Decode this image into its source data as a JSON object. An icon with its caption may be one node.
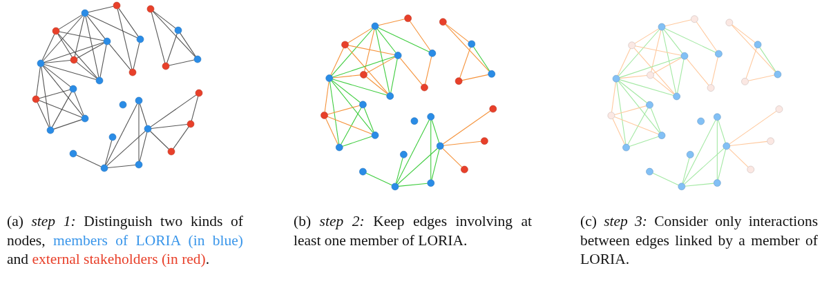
{
  "diagram": {
    "nodes": [
      {
        "text": [],
        "shape": "circle"
      },
      {
        "text": [],
        "shape": "circle"
      },
      {
        "text": [],
        "shape": "circle"
      },
      {
        "text": [],
        "shape": "circle"
      },
      {
        "text": [],
        "shape": "circle"
      },
      {
        "text": [],
        "shape": "circle"
      },
      {
        "text": [],
        "shape": "circle"
      },
      {
        "text": [],
        "shape": "circle"
      },
      {
        "text": [],
        "shape": "circle"
      },
      {
        "text": [],
        "shape": "circle"
      },
      {
        "text": [],
        "shape": "circle"
      },
      {
        "text": [],
        "shape": "circle"
      },
      {
        "text": [],
        "shape": "circle"
      },
      {
        "text": [],
        "shape": "circle"
      },
      {
        "text": [],
        "shape": "circle"
      },
      {
        "text": [],
        "shape": "circle"
      },
      {
        "text": [],
        "shape": "circle"
      },
      {
        "text": [],
        "shape": "circle"
      },
      {
        "text": [],
        "shape": "circle"
      },
      {
        "text": [],
        "shape": "circle"
      },
      {
        "text": [],
        "shape": "circle"
      },
      {
        "text": [],
        "shape": "circle"
      },
      {
        "text": [],
        "shape": "circle"
      },
      {
        "text": [],
        "shape": "circle"
      },
      {
        "text": [],
        "shape": "circle"
      },
      {
        "text": [],
        "shape": "circle"
      },
      {
        "text": [],
        "shape": "circle"
      },
      {
        "text": [],
        "shape": "circle"
      },
      {
        "text": [],
        "shape": "circle"
      },
      {
        "text": [],
        "shape": "circle"
      },
      {
        "text": [],
        "shape": "circle"
      },
      {
        "text": [],
        "shape": "circle"
      },
      {
        "text": [],
        "shape": "circle"
      },
      {
        "text": [],
        "shape": "circle"
      },
      {
        "text": [],
        "shape": "circle"
      },
      {
        "text": [],
        "shape": "circle"
      },
      {
        "text": [],
        "shape": "circle"
      },
      {
        "text": [],
        "shape": "circle"
      },
      {
        "text": [],
        "shape": "circle"
      },
      {
        "text": [],
        "shape": "circle"
      },
      {
        "text": [],
        "shape": "circle"
      },
      {
        "text": [],
        "shape": "circle"
      },
      {
        "text": [],
        "shape": "circle"
      },
      {
        "text": [],
        "shape": "circle"
      },
      {
        "text": [],
        "shape": "circle"
      },
      {
        "text": [],
        "shape": "circle"
      },
      {
        "text": [],
        "shape": "circle"
      },
      {
        "text": [],
        "shape": "circle"
      },
      {
        "text": [],
        "shape": "circle"
      },
      {
        "text": [],
        "shape": "circle"
      },
      {
        "text": [],
        "shape": "circle"
      },
      {
        "text": [],
        "shape": "circle"
      },
      {
        "text": [],
        "shape": "circle"
      },
      {
        "text": [],
        "shape": "circle"
      },
      {
        "text": [],
        "shape": "circle"
      },
      {
        "text": [],
        "shape": "circle"
      },
      {
        "text": [],
        "shape": "circle"
      },
      {
        "text": [],
        "shape": "circle"
      },
      {
        "text": [],
        "shape": "circle"
      },
      {
        "text": [],
        "shape": "circle"
      },
      {
        "text": [],
        "shape": "circle"
      },
      {
        "text": [],
        "shape": "circle"
      },
      {
        "text": [],
        "shape": "circle"
      },
      {
        "text": [],
        "shape": "circle"
      },
      {
        "text": [],
        "shape": "circle"
      },
      {
        "text": [],
        "shape": "circle"
      },
      {
        "text": [],
        "shape": "circle"
      },
      {
        "text": [],
        "shape": "circle"
      },
      {
        "text": [],
        "shape": "circle"
      },
      {
        "text": [],
        "shape": "circle"
      },
      {
        "text": [],
        "shape": "circle"
      },
      {
        "text": [],
        "shape": "circle"
      },
      {
        "text": [],
        "shape": "circle"
      },
      {
        "text": [],
        "shape": "circle"
      },
      {
        "text": [],
        "shape": "circle"
      },
      {
        "text": [],
        "shape": "circle"
      },
      {
        "text": [],
        "shape": "circle"
      },
      {
        "text": [],
        "shape": "circle"
      },
      {
        "text": [],
        "shape": "circle"
      },
      {
        "text": [],
        "shape": "circle"
      },
      {
        "text": [],
        "shape": "circle"
      }
    ],
    "edges": [
      {
        "from": 0,
        "to": 1,
        "arrow": "none",
        "color": "#555555"
      },
      {
        "from": 0,
        "to": 3,
        "arrow": "none",
        "color": "#555555"
      },
      {
        "from": 0,
        "to": 7,
        "arrow": "none",
        "color": "#555555"
      },
      {
        "from": 0,
        "to": 8,
        "arrow": "none",
        "color": "#555555"
      },
      {
        "from": 0,
        "to": 4,
        "arrow": "none",
        "color": "#555555"
      },
      {
        "from": 0,
        "to": 12,
        "arrow": "none",
        "color": "#555555"
      },
      {
        "from": 0,
        "to": 5,
        "arrow": "none",
        "color": "#555555"
      },
      {
        "from": 1,
        "to": 5,
        "arrow": "none",
        "color": "#555555"
      },
      {
        "from": 1,
        "to": 9,
        "arrow": "none",
        "color": "#555555"
      },
      {
        "from": 3,
        "to": 4,
        "arrow": "none",
        "color": "#555555"
      },
      {
        "from": 3,
        "to": 7,
        "arrow": "none",
        "color": "#555555"
      },
      {
        "from": 3,
        "to": 12,
        "arrow": "none",
        "color": "#555555"
      },
      {
        "from": 3,
        "to": 8,
        "arrow": "none",
        "color": "#555555"
      },
      {
        "from": 4,
        "to": 7,
        "arrow": "none",
        "color": "#555555"
      },
      {
        "from": 4,
        "to": 8,
        "arrow": "none",
        "color": "#555555"
      },
      {
        "from": 4,
        "to": 12,
        "arrow": "none",
        "color": "#555555"
      },
      {
        "from": 4,
        "to": 9,
        "arrow": "none",
        "color": "#555555"
      },
      {
        "from": 5,
        "to": 9,
        "arrow": "none",
        "color": "#555555"
      },
      {
        "from": 7,
        "to": 8,
        "arrow": "none",
        "color": "#555555"
      },
      {
        "from": 7,
        "to": 12,
        "arrow": "none",
        "color": "#555555"
      },
      {
        "from": 7,
        "to": 13,
        "arrow": "none",
        "color": "#555555"
      },
      {
        "from": 7,
        "to": 14,
        "arrow": "none",
        "color": "#555555"
      },
      {
        "from": 7,
        "to": 18,
        "arrow": "none",
        "color": "#555555"
      },
      {
        "from": 7,
        "to": 21,
        "arrow": "none",
        "color": "#555555"
      },
      {
        "from": 8,
        "to": 12,
        "arrow": "none",
        "color": "#555555"
      },
      {
        "from": 2,
        "to": 6,
        "arrow": "none",
        "color": "#555555"
      },
      {
        "from": 2,
        "to": 11,
        "arrow": "none",
        "color": "#555555"
      },
      {
        "from": 2,
        "to": 10,
        "arrow": "none",
        "color": "#555555"
      },
      {
        "from": 6,
        "to": 10,
        "arrow": "none",
        "color": "#555555"
      },
      {
        "from": 6,
        "to": 11,
        "arrow": "none",
        "color": "#555555"
      },
      {
        "from": 10,
        "to": 11,
        "arrow": "none",
        "color": "#555555"
      },
      {
        "from": 13,
        "to": 14,
        "arrow": "none",
        "color": "#555555"
      },
      {
        "from": 13,
        "to": 18,
        "arrow": "none",
        "color": "#555555"
      },
      {
        "from": 13,
        "to": 21,
        "arrow": "none",
        "color": "#555555"
      },
      {
        "from": 14,
        "to": 18,
        "arrow": "none",
        "color": "#555555"
      },
      {
        "from": 14,
        "to": 21,
        "arrow": "none",
        "color": "#555555"
      },
      {
        "from": 18,
        "to": 21,
        "arrow": "none",
        "color": "#555555"
      },
      {
        "from": 16,
        "to": 26,
        "arrow": "none",
        "color": "#555555"
      },
      {
        "from": 16,
        "to": 19,
        "arrow": "none",
        "color": "#555555"
      },
      {
        "from": 16,
        "to": 25,
        "arrow": "none",
        "color": "#555555"
      },
      {
        "from": 19,
        "to": 17,
        "arrow": "none",
        "color": "#555555"
      },
      {
        "from": 19,
        "to": 20,
        "arrow": "none",
        "color": "#555555"
      },
      {
        "from": 19,
        "to": 23,
        "arrow": "none",
        "color": "#555555"
      },
      {
        "from": 19,
        "to": 25,
        "arrow": "none",
        "color": "#555555"
      },
      {
        "from": 19,
        "to": 26,
        "arrow": "none",
        "color": "#555555"
      },
      {
        "from": 17,
        "to": 20,
        "arrow": "none",
        "color": "#555555"
      },
      {
        "from": 20,
        "to": 23,
        "arrow": "none",
        "color": "#555555"
      },
      {
        "from": 22,
        "to": 26,
        "arrow": "none",
        "color": "#555555"
      },
      {
        "from": 24,
        "to": 26,
        "arrow": "none",
        "color": "#555555"
      },
      {
        "from": 25,
        "to": 26,
        "arrow": "none",
        "color": "#555555"
      },
      {
        "from": 27,
        "to": 28,
        "arrow": "none",
        "color": "#f5923a"
      },
      {
        "from": 27,
        "to": 30,
        "arrow": "none",
        "color": "#f5923a"
      },
      {
        "from": 27,
        "to": 34,
        "arrow": "none",
        "color": "#3dcc3d"
      },
      {
        "from": 27,
        "to": 35,
        "arrow": "none",
        "color": "#f5923a"
      },
      {
        "from": 27,
        "to": 31,
        "arrow": "none",
        "color": "#3dcc3d"
      },
      {
        "from": 27,
        "to": 39,
        "arrow": "none",
        "color": "#3dcc3d"
      },
      {
        "from": 27,
        "to": 32,
        "arrow": "none",
        "color": "#3dcc3d"
      },
      {
        "from": 28,
        "to": 32,
        "arrow": "none",
        "color": "#f5923a"
      },
      {
        "from": 30,
        "to": 31,
        "arrow": "none",
        "color": "#f5923a"
      },
      {
        "from": 30,
        "to": 34,
        "arrow": "none",
        "color": "#f5923a"
      },
      {
        "from": 30,
        "to": 39,
        "arrow": "none",
        "color": "#f5923a"
      },
      {
        "from": 31,
        "to": 34,
        "arrow": "none",
        "color": "#3dcc3d"
      },
      {
        "from": 31,
        "to": 35,
        "arrow": "none",
        "color": "#f5923a"
      },
      {
        "from": 31,
        "to": 39,
        "arrow": "none",
        "color": "#3dcc3d"
      },
      {
        "from": 31,
        "to": 36,
        "arrow": "none",
        "color": "#f5923a"
      },
      {
        "from": 32,
        "to": 36,
        "arrow": "none",
        "color": "#f5923a"
      },
      {
        "from": 34,
        "to": 35,
        "arrow": "none",
        "color": "#f5923a"
      },
      {
        "from": 34,
        "to": 39,
        "arrow": "none",
        "color": "#3dcc3d"
      },
      {
        "from": 34,
        "to": 40,
        "arrow": "none",
        "color": "#3dcc3d"
      },
      {
        "from": 34,
        "to": 41,
        "arrow": "none",
        "color": "#f5923a"
      },
      {
        "from": 34,
        "to": 45,
        "arrow": "none",
        "color": "#3dcc3d"
      },
      {
        "from": 34,
        "to": 48,
        "arrow": "none",
        "color": "#3dcc3d"
      },
      {
        "from": 35,
        "to": 39,
        "arrow": "none",
        "color": "#f5923a"
      },
      {
        "from": 29,
        "to": 33,
        "arrow": "none",
        "color": "#f5923a"
      },
      {
        "from": 29,
        "to": 38,
        "arrow": "none",
        "color": "#f5923a"
      },
      {
        "from": 33,
        "to": 37,
        "arrow": "none",
        "color": "#f5923a"
      },
      {
        "from": 33,
        "to": 38,
        "arrow": "none",
        "color": "#3dcc3d"
      },
      {
        "from": 37,
        "to": 38,
        "arrow": "none",
        "color": "#f5923a"
      },
      {
        "from": 40,
        "to": 41,
        "arrow": "none",
        "color": "#f5923a"
      },
      {
        "from": 40,
        "to": 45,
        "arrow": "none",
        "color": "#3dcc3d"
      },
      {
        "from": 40,
        "to": 48,
        "arrow": "none",
        "color": "#3dcc3d"
      },
      {
        "from": 41,
        "to": 45,
        "arrow": "none",
        "color": "#f5923a"
      },
      {
        "from": 41,
        "to": 48,
        "arrow": "none",
        "color": "#f5923a"
      },
      {
        "from": 45,
        "to": 48,
        "arrow": "none",
        "color": "#3dcc3d"
      },
      {
        "from": 43,
        "to": 53,
        "arrow": "none",
        "color": "#3dcc3d"
      },
      {
        "from": 43,
        "to": 46,
        "arrow": "none",
        "color": "#3dcc3d"
      },
      {
        "from": 43,
        "to": 52,
        "arrow": "none",
        "color": "#3dcc3d"
      },
      {
        "from": 46,
        "to": 44,
        "arrow": "none",
        "color": "#f5923a"
      },
      {
        "from": 46,
        "to": 47,
        "arrow": "none",
        "color": "#f5923a"
      },
      {
        "from": 46,
        "to": 50,
        "arrow": "none",
        "color": "#f5923a"
      },
      {
        "from": 46,
        "to": 52,
        "arrow": "none",
        "color": "#3dcc3d"
      },
      {
        "from": 46,
        "to": 53,
        "arrow": "none",
        "color": "#3dcc3d"
      },
      {
        "from": 49,
        "to": 53,
        "arrow": "none",
        "color": "#3dcc3d"
      },
      {
        "from": 51,
        "to": 53,
        "arrow": "none",
        "color": "#3dcc3d"
      },
      {
        "from": 52,
        "to": 53,
        "arrow": "none",
        "color": "#3dcc3d"
      },
      {
        "from": 54,
        "to": 55,
        "arrow": "none",
        "color": "#ffc99e"
      },
      {
        "from": 54,
        "to": 57,
        "arrow": "none",
        "color": "#ffc99e"
      },
      {
        "from": 54,
        "to": 61,
        "arrow": "none",
        "color": "#a3e8a3"
      },
      {
        "from": 54,
        "to": 62,
        "arrow": "none",
        "color": "#ffc99e"
      },
      {
        "from": 54,
        "to": 58,
        "arrow": "none",
        "color": "#a3e8a3"
      },
      {
        "from": 54,
        "to": 66,
        "arrow": "none",
        "color": "#a3e8a3"
      },
      {
        "from": 54,
        "to": 59,
        "arrow": "none",
        "color": "#a3e8a3"
      },
      {
        "from": 55,
        "to": 59,
        "arrow": "none",
        "color": "#ffc99e"
      },
      {
        "from": 57,
        "to": 58,
        "arrow": "none",
        "color": "#ffc99e"
      },
      {
        "from": 57,
        "to": 61,
        "arrow": "none",
        "color": "#ffc99e"
      },
      {
        "from": 57,
        "to": 66,
        "arrow": "none",
        "color": "#ffc99e"
      },
      {
        "from": 58,
        "to": 61,
        "arrow": "none",
        "color": "#a3e8a3"
      },
      {
        "from": 58,
        "to": 62,
        "arrow": "none",
        "color": "#ffc99e"
      },
      {
        "from": 58,
        "to": 66,
        "arrow": "none",
        "color": "#a3e8a3"
      },
      {
        "from": 58,
        "to": 63,
        "arrow": "none",
        "color": "#ffc99e"
      },
      {
        "from": 59,
        "to": 63,
        "arrow": "none",
        "color": "#ffc99e"
      },
      {
        "from": 61,
        "to": 62,
        "arrow": "none",
        "color": "#ffc99e"
      },
      {
        "from": 61,
        "to": 66,
        "arrow": "none",
        "color": "#a3e8a3"
      },
      {
        "from": 61,
        "to": 67,
        "arrow": "none",
        "color": "#a3e8a3"
      },
      {
        "from": 61,
        "to": 68,
        "arrow": "none",
        "color": "#ffc99e"
      },
      {
        "from": 61,
        "to": 72,
        "arrow": "none",
        "color": "#a3e8a3"
      },
      {
        "from": 61,
        "to": 75,
        "arrow": "none",
        "color": "#a3e8a3"
      },
      {
        "from": 62,
        "to": 66,
        "arrow": "none",
        "color": "#ffc99e"
      },
      {
        "from": 56,
        "to": 60,
        "arrow": "none",
        "color": "#ffc99e"
      },
      {
        "from": 56,
        "to": 65,
        "arrow": "none",
        "color": "#ffc99e"
      },
      {
        "from": 60,
        "to": 64,
        "arrow": "none",
        "color": "#ffc99e"
      },
      {
        "from": 60,
        "to": 65,
        "arrow": "none",
        "color": "#a3e8a3"
      },
      {
        "from": 64,
        "to": 65,
        "arrow": "none",
        "color": "#ffc99e"
      },
      {
        "from": 67,
        "to": 68,
        "arrow": "none",
        "color": "#ffc99e"
      },
      {
        "from": 67,
        "to": 72,
        "arrow": "none",
        "color": "#a3e8a3"
      },
      {
        "from": 67,
        "to": 75,
        "arrow": "none",
        "color": "#a3e8a3"
      },
      {
        "from": 68,
        "to": 72,
        "arrow": "none",
        "color": "#ffc99e"
      },
      {
        "from": 68,
        "to": 75,
        "arrow": "none",
        "color": "#ffc99e"
      },
      {
        "from": 72,
        "to": 75,
        "arrow": "none",
        "color": "#a3e8a3"
      },
      {
        "from": 70,
        "to": 80,
        "arrow": "none",
        "color": "#a3e8a3"
      },
      {
        "from": 70,
        "to": 73,
        "arrow": "none",
        "color": "#a3e8a3"
      },
      {
        "from": 70,
        "to": 79,
        "arrow": "none",
        "color": "#a3e8a3"
      },
      {
        "from": 73,
        "to": 71,
        "arrow": "none",
        "color": "#ffc99e"
      },
      {
        "from": 73,
        "to": 74,
        "arrow": "none",
        "color": "#ffc99e"
      },
      {
        "from": 73,
        "to": 77,
        "arrow": "none",
        "color": "#ffc99e"
      },
      {
        "from": 73,
        "to": 79,
        "arrow": "none",
        "color": "#a3e8a3"
      },
      {
        "from": 73,
        "to": 80,
        "arrow": "none",
        "color": "#a3e8a3"
      },
      {
        "from": 76,
        "to": 80,
        "arrow": "none",
        "color": "#a3e8a3"
      },
      {
        "from": 78,
        "to": 80,
        "arrow": "none",
        "color": "#a3e8a3"
      },
      {
        "from": 79,
        "to": 80,
        "arrow": "none",
        "color": "#a3e8a3"
      }
    ],
    "labels": [
      "(a) *step 1:* Distinguish two kinds of nodes,",
      "members of LORIA (in blue)",
      "and",
      "external stakeholders (in red)",
      ".",
      "(b) *step 2:* Keep edges involving at least one member of LORIA.",
      "(c) *step 3:* Consider only interactions between edges linked by a member of LORIA."
    ]
  }
}
